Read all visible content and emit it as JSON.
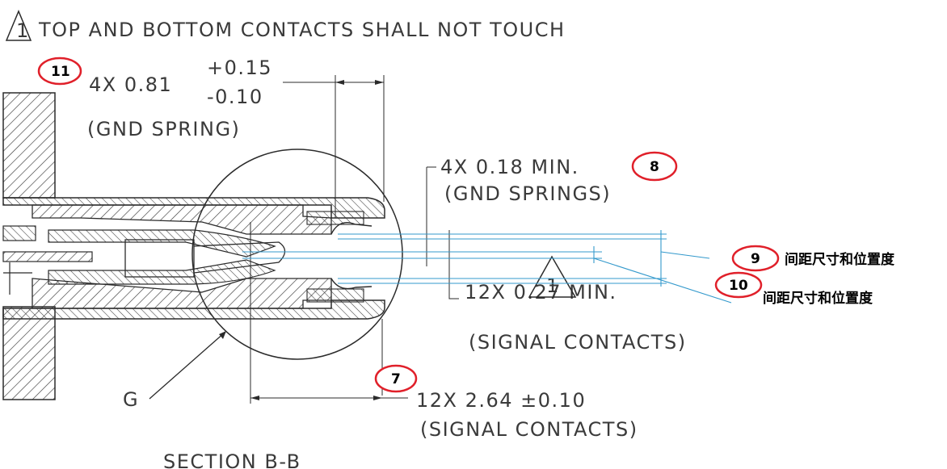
{
  "note": {
    "flag_number": "1",
    "text": "TOP AND BOTTOM CONTACTS SHALL NOT TOUCH"
  },
  "dimensions": {
    "gnd_spring_width": {
      "value": "4X 0.81",
      "tol_plus": "+0.15",
      "tol_minus": "-0.10",
      "label": "(GND SPRING)"
    },
    "gnd_spring_gap": {
      "value": "4X 0.18 MIN.",
      "label": "(GND SPRINGS)"
    },
    "signal_gap": {
      "value": "12X 0.27 MIN.",
      "label": "(SIGNAL CONTACTS)"
    },
    "signal_length": {
      "value": "12X 2.64 ±0.10",
      "label": "(SIGNAL CONTACTS)"
    }
  },
  "section_flag": "1",
  "detail_label": "G",
  "section_title": "SECTION B-B",
  "balloons": {
    "b11": "11",
    "b8": "8",
    "b7": "7",
    "b9": "9",
    "b10": "10"
  },
  "callouts": {
    "c9_text": "间距尺寸和位置度",
    "c10_text": "间距尺寸和位置度"
  },
  "colors": {
    "linework": "#2b2b2b",
    "leader_blue": "#3399cc",
    "balloon_red": "#e0202a"
  }
}
